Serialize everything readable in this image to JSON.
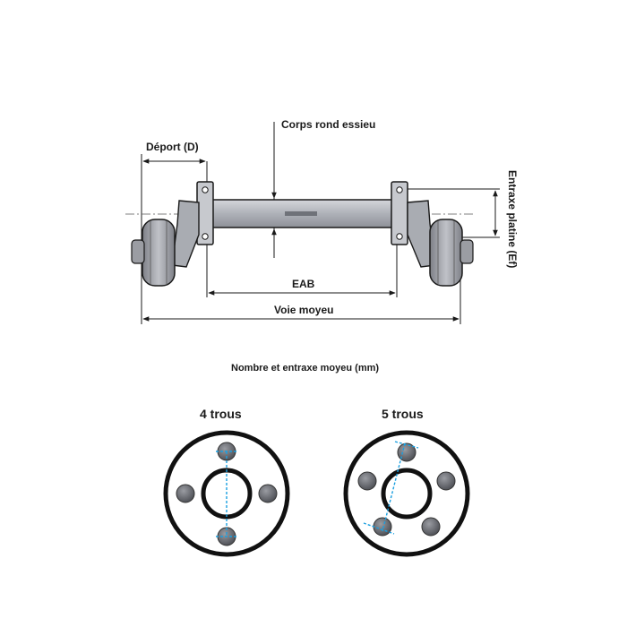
{
  "axle_diagram": {
    "depot_label": "Déport (D)",
    "tube_label": "Corps rond essieu",
    "platine_label": "Entraxe platine (Ef)",
    "eab_label": "EAB",
    "track_label": "Voie moyeu"
  },
  "hub_section": {
    "title": "Nombre et entraxe moyeu (mm)",
    "four_holes_label": "4 trous",
    "five_holes_label": "5 trous"
  },
  "colors": {
    "line": "#1a1a1a",
    "tube": "#b9bcc3",
    "hub": "#9a9ca3",
    "bolt_highlight": "#1a9fe0"
  }
}
